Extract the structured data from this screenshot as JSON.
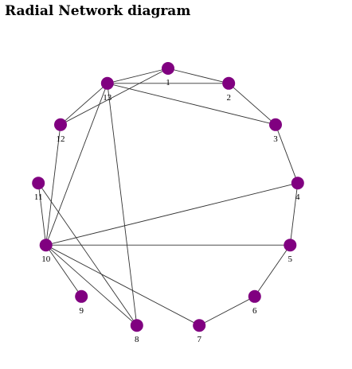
{
  "title": "Radial Network diagram",
  "colors": {
    "node": "#800080",
    "edge": "#333333",
    "label": "#000000"
  },
  "network": {
    "nodes": [
      {
        "id": 1,
        "label": "1"
      },
      {
        "id": 2,
        "label": "2"
      },
      {
        "id": 3,
        "label": "3"
      },
      {
        "id": 4,
        "label": "4"
      },
      {
        "id": 5,
        "label": "5"
      },
      {
        "id": 6,
        "label": "6"
      },
      {
        "id": 7,
        "label": "7"
      },
      {
        "id": 8,
        "label": "8"
      },
      {
        "id": 9,
        "label": "9"
      },
      {
        "id": 10,
        "label": "10"
      },
      {
        "id": 11,
        "label": "11"
      },
      {
        "id": 12,
        "label": "12"
      },
      {
        "id": 13,
        "label": "13"
      }
    ],
    "edges": [
      [
        1,
        2
      ],
      [
        1,
        13
      ],
      [
        1,
        12
      ],
      [
        2,
        13
      ],
      [
        2,
        3
      ],
      [
        3,
        13
      ],
      [
        3,
        4
      ],
      [
        4,
        10
      ],
      [
        4,
        5
      ],
      [
        5,
        10
      ],
      [
        5,
        6
      ],
      [
        6,
        7
      ],
      [
        7,
        10
      ],
      [
        8,
        13
      ],
      [
        8,
        11
      ],
      [
        8,
        10
      ],
      [
        9,
        10
      ],
      [
        10,
        13
      ],
      [
        10,
        12
      ],
      [
        10,
        11
      ],
      [
        12,
        13
      ]
    ]
  }
}
